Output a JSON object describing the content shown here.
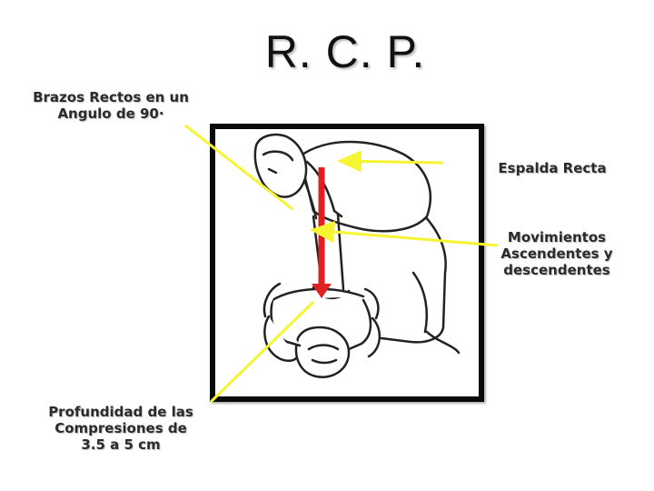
{
  "title": "R. C. P.",
  "labels": {
    "arms": "Brazos Rectos en un\nAngulo de 90·",
    "back": "Espalda Recta",
    "movement": "Movimientos\nAscendentes y\ndescendentes",
    "depth": "Profundidad de las\nCompresiones de\n3.5 a 5 cm"
  },
  "colors": {
    "pointer_line": "#f5f532",
    "compression_arrow": "#e02020",
    "frame": "#0a0a0a"
  },
  "illustration": "cpr-rescuer-compressing-chest-of-patient"
}
